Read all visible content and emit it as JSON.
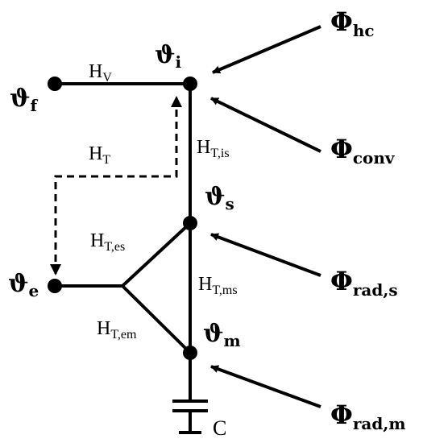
{
  "nodes": {
    "theta_f": {
      "symbol": "ϑ",
      "sub": "f"
    },
    "theta_i": {
      "symbol": "ϑ",
      "sub": "i"
    },
    "theta_s": {
      "symbol": "ϑ",
      "sub": "s"
    },
    "theta_e": {
      "symbol": "ϑ",
      "sub": "e"
    },
    "theta_m": {
      "symbol": "ϑ",
      "sub": "m"
    }
  },
  "conductances": {
    "H_V": {
      "symbol": "H",
      "sub": "V"
    },
    "H_T": {
      "symbol": "H",
      "sub": "T"
    },
    "H_T_is": {
      "symbol": "H",
      "sub": "T,is"
    },
    "H_T_es": {
      "symbol": "H",
      "sub": "T,es"
    },
    "H_T_ms": {
      "symbol": "H",
      "sub": "T,ms"
    },
    "H_T_em": {
      "symbol": "H",
      "sub": "T,em"
    }
  },
  "heat_flows": {
    "phi_hc": {
      "symbol": "Φ",
      "sub": "hc"
    },
    "phi_conv": {
      "symbol": "Φ",
      "sub": "conv"
    },
    "phi_rad_s": {
      "symbol": "Φ",
      "sub": "rad,s"
    },
    "phi_rad_m": {
      "symbol": "Φ",
      "sub": "rad,m"
    }
  },
  "capacitance": {
    "symbol": "C"
  }
}
